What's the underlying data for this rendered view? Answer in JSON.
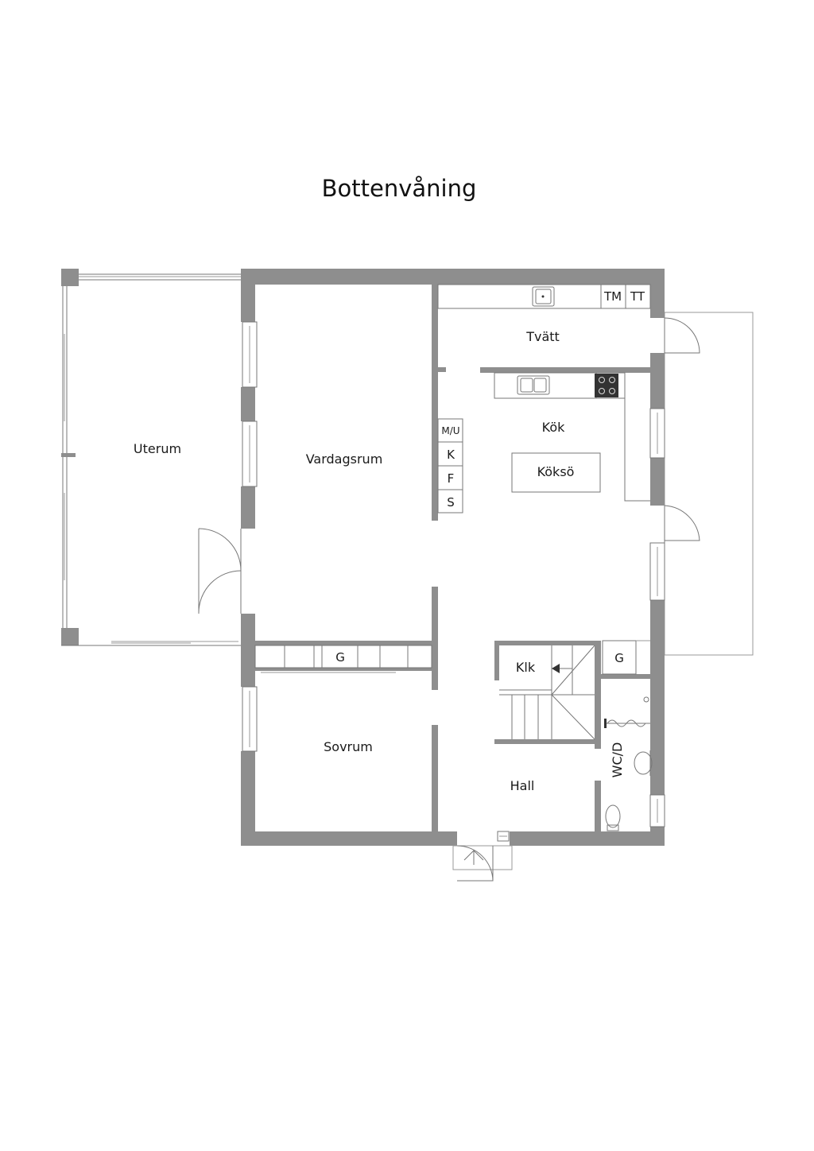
{
  "title": "Bottenvåning",
  "rooms": {
    "uterum": "Uterum",
    "vardagsrum": "Vardagsrum",
    "tvatt": "Tvätt",
    "kok": "Kök",
    "koksö": "Köksö",
    "sovrum": "Sovrum",
    "hall": "Hall",
    "klk": "Klk",
    "wcd": "WC/D"
  },
  "fixtures": {
    "tm": "TM",
    "tt": "TT",
    "mu": "M/U",
    "k": "K",
    "f": "F",
    "s": "S",
    "g_sovrum": "G",
    "g_hall": "G"
  },
  "colors": {
    "wall": "#8e8e8e",
    "line": "#777777",
    "background": "#ffffff"
  }
}
